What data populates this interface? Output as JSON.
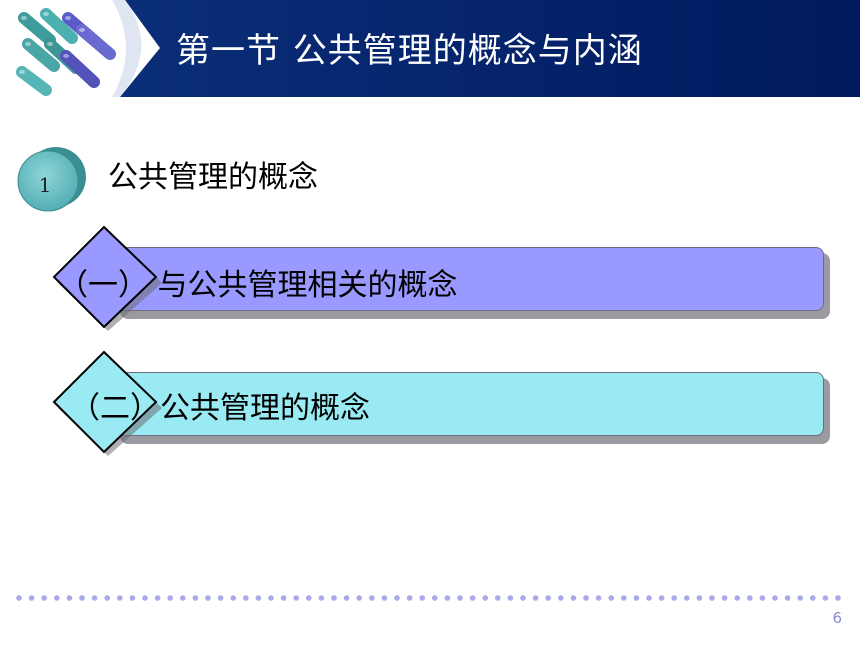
{
  "slide": {
    "title": "第一节 公共管理的概念与内涵",
    "section": {
      "number": "1",
      "title": "公共管理的概念"
    },
    "items": [
      {
        "label": "（一） 与公共管理相关的概念",
        "color": "#9999ff"
      },
      {
        "label": "（二）公共管理的概念",
        "color": "#99eaf2"
      }
    ],
    "page_number": "6"
  },
  "colors": {
    "header_navy": "#00206b",
    "logo_teal": "#4aa6a6",
    "logo_purple": "#5c5cbf",
    "badge_teal": "#5fbcc0",
    "dots": "#a9a9ec"
  }
}
